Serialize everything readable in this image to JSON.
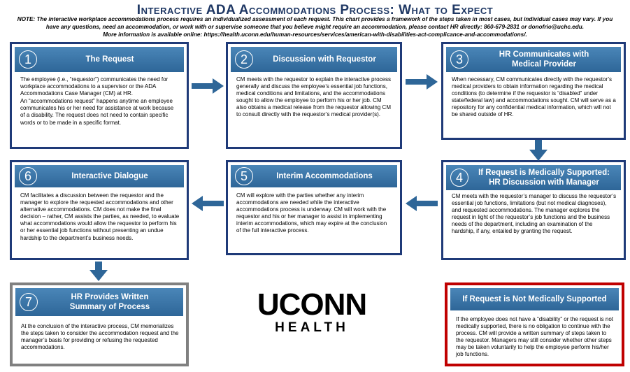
{
  "title": "Interactive ADA Accommodations Process: What to Expect",
  "note": [
    "NOTE: The interactive workplace accommodations process requires an individualized assessment of each request. This chart provides a framework of the steps taken in most cases, but individual cases may vary.  If you",
    "have any questions, need an accommodation, or work with or supervise someone that you believe might require an accommodation, please contact HR directly: 860-679-2831 or donofrio@uchc.edu.",
    "More information is available online: https://health.uconn.edu/human-resources/services/american-with-disabilities-act-complicance-and-accommodations/."
  ],
  "steps": [
    {
      "number": "1",
      "title": "The Request",
      "body": [
        "The employee (i.e., “requestor”) communicates the need for workplace accommodations to a supervisor or the ADA Accommodations Case Manager (CM) at HR.",
        "An “accommodations request” happens anytime an employee communicates his or her need for assistance at work because of a disability.  The request does not need to contain specific words or to be made in a specific format."
      ]
    },
    {
      "number": "2",
      "title": "Discussion with Requestor",
      "body": [
        "CM  meets with the requestor to explain the interactive process generally and discuss the employee’s essential job functions, medical conditions and limitations, and the accommodations sought to allow the employee to perform his or her job. CM also obtains a medical release from the requestor allowing CM to consult directly with the requestor’s medical provider(s)."
      ]
    },
    {
      "number": "3",
      "title_lines": [
        "HR Communicates with",
        "Medical Provider"
      ],
      "body": [
        "When necessary, CM communicates directly with the requestor’s medical providers to obtain information regarding the medical conditions (to determine if the requestor is “disabled” under state/federal law) and accommodations sought.  CM will serve as a repository for any confidential medical information, which will not be shared outside of HR."
      ]
    },
    {
      "number": "4",
      "title_lines": [
        "If Request is Medically Supported:",
        "HR Discussion with Manager"
      ],
      "body": [
        "CM meets with the requestor’s manager to discuss the requestor’s essential job functions, limitations (but not medical diagnoses), and requested accommodations.  The manager explores the request in light of the requestor’s job functions and the business needs of the department, including an examination of the hardship, if any, entailed by granting the request."
      ]
    },
    {
      "number": "5",
      "title": "Interim Accommodations",
      "body": [
        "CM will explore with the parties whether any interim accommodations are needed while the interactive accommodations process is underway.  CM will work with the requestor and his or her manager to assist in implementing interim accommodations, which may expire at the conclusion of the full interactive process."
      ]
    },
    {
      "number": "6",
      "title": "Interactive Dialogue",
      "body": [
        "CM facilitates a discussion between the requestor and the manager to explore the requested accommodations and other alternative accommodations.  CM does not make the final decision – rather, CM assists the parties, as needed, to evaluate what accommodations would allow the requestor to perform his or her essential job functions without presenting an undue hardship to the department’s business needs."
      ]
    },
    {
      "number": "7",
      "title_lines": [
        "HR Provides Written",
        "Summary of Process"
      ],
      "body": [
        "At the conclusion of the interactive process, CM memorializes the steps taken to consider the accommodation request and the manager’s basis for providing or refusing the requested accommodations."
      ]
    }
  ],
  "not_supported": {
    "title": "If Request is Not Medically Supported",
    "body": [
      "If the employee does not have a “disability” or the request is not medically supported, there is no obligation to continue with the process. CM will provide a written summary of steps taken to the requestor.  Managers may still consider whether other steps may be taken voluntarily to help the employee perform his/her job functions."
    ]
  },
  "logo": {
    "line1": "UCONN",
    "line2": "HEALTH"
  },
  "colors": {
    "box_border": "#1f3a78",
    "header_blue": "#3a77aa",
    "arrow": "#2e6698",
    "gray_border": "#808080",
    "red_border": "#c00000"
  }
}
